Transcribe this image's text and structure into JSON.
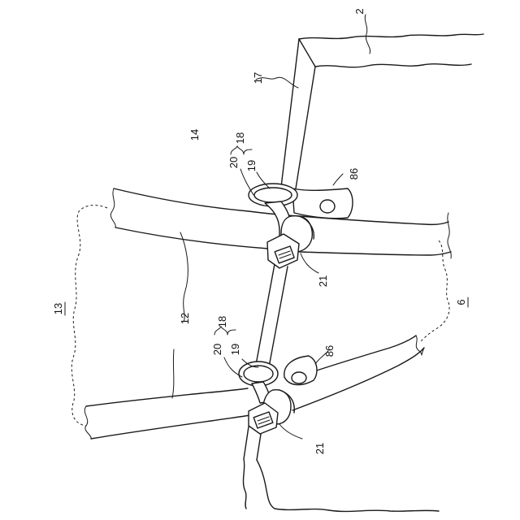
{
  "figure": {
    "labels": {
      "panel_2": "2",
      "frame_17": "17",
      "ref_14": "14",
      "bracket_18_upper": "18",
      "bracket_18_lower": "18",
      "ring_20_upper": "20",
      "ring_20_lower": "20",
      "band_19_upper": "19",
      "band_19_lower": "19",
      "hole_86_upper": "86",
      "hole_86_lower": "86",
      "clamp_21_upper": "21",
      "clamp_21_lower": "21",
      "tube_12": "12",
      "group_13": "13",
      "group_6": "6"
    }
  }
}
